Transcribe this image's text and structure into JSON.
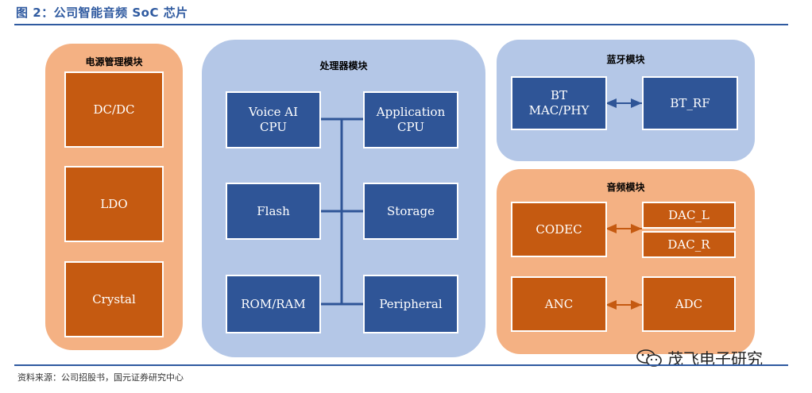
{
  "figure_title": "图 2：公司智能音频 SoC 芯片",
  "source": "资料来源：公司招股书，国元证券研究中心",
  "watermark": "茂飞电子研究",
  "colors": {
    "orange_module": "#f4b183",
    "orange_block": "#c55a11",
    "blue_module": "#b4c7e7",
    "blue_block": "#2f5597",
    "accent": "#2f5aa0"
  },
  "power_module": {
    "title": "电源管理模块",
    "blocks": [
      "DC/DC",
      "LDO",
      "Crystal"
    ]
  },
  "processor_module": {
    "title": "处理器模块",
    "voice_ai_cpu": "Voice AI\nCPU",
    "application_cpu": "Application\nCPU",
    "flash": "Flash",
    "storage": "Storage",
    "rom_ram": "ROM/RAM",
    "peripheral": "Peripheral"
  },
  "bluetooth_module": {
    "title": "蓝牙模块",
    "bt_mac_phy": "BT\nMAC/PHY",
    "bt_rf": "BT_RF"
  },
  "audio_module": {
    "title": "音频模块",
    "codec": "CODEC",
    "dac_l": "DAC_L",
    "dac_r": "DAC_R",
    "anc": "ANC",
    "adc": "ADC"
  }
}
